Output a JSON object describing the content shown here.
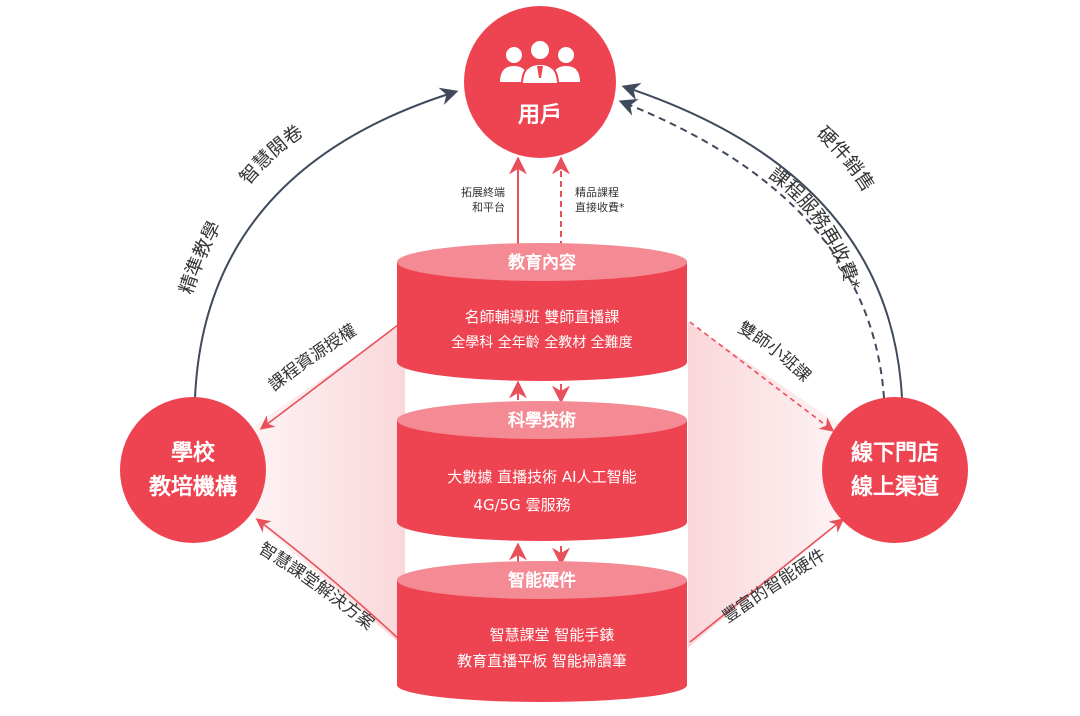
{
  "colors": {
    "primary": "#ee4451",
    "dark_red": "#d8303e",
    "light_red": "#f48a93",
    "arrow_dark": "#3f4a5c",
    "arrow_red": "#e8505b",
    "text": "#333333"
  },
  "nodes": {
    "user": {
      "label": "用戶",
      "icon": "users-icon"
    },
    "school": {
      "line1": "學校",
      "line2": "教培機構"
    },
    "store": {
      "line1": "線下門店",
      "line2": "線上渠道"
    }
  },
  "layers": [
    {
      "title": "教育內容",
      "line1": "名師輔導班  雙師直播課",
      "line2": "全學科  全年齡  全教材  全難度"
    },
    {
      "title": "科學技術",
      "line1": "大數據   直播技術   AI人工智能",
      "line2": "4G/5G       雲服務"
    },
    {
      "title": "智能硬件",
      "line1": "智慧課堂   智能手錶",
      "line2": "教育直播平板   智能掃讀筆"
    }
  ],
  "labels": {
    "expand_line1": "拓展終端",
    "expand_line2": "和平台",
    "premium_line1": "精品課程",
    "premium_line2": "直接收費*",
    "precise_teaching": "精準教學",
    "smart_grading": "智慧閱卷",
    "hardware_sales": "硬件銷售",
    "course_repay": "課程服務再收費*",
    "course_license": "課程資源授權",
    "dual_small_class": "雙師小班課",
    "smart_classroom": "智慧課堂解決方案",
    "rich_hardware": "豐富的智能硬件"
  }
}
